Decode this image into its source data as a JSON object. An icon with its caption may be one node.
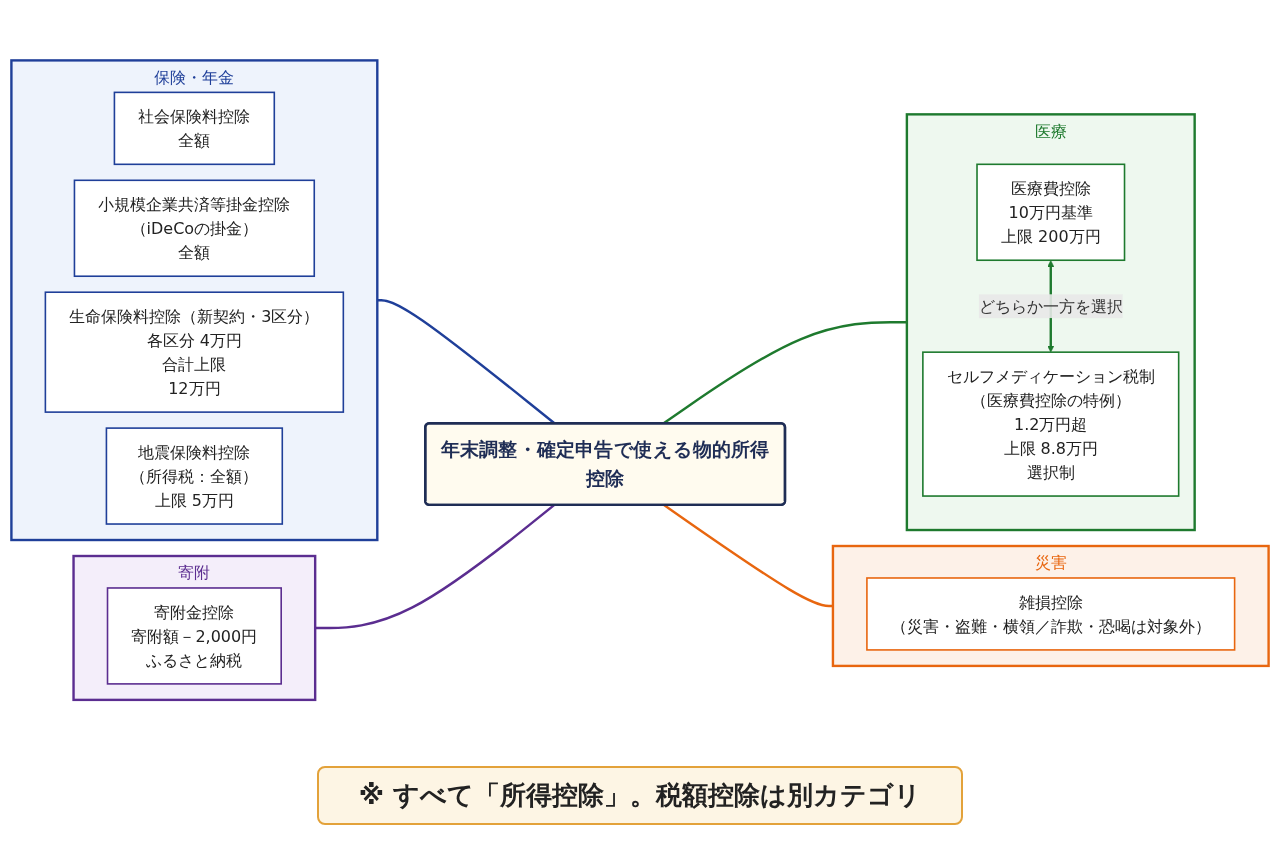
{
  "diagram": {
    "nodes": [
      {
        "text": [
          "年末調整・確定申告で使える物的所得控除"
        ]
      },
      {
        "text": [
          "保険・年金"
        ]
      },
      {
        "text": [
          "社会保険料控除",
          "全額"
        ],
        "in": 1
      },
      {
        "text": [
          "小規模企業共済等掛金控除",
          "（iDeCoの掛金）",
          "全額"
        ],
        "in": 1
      },
      {
        "text": [
          "生命保険料控除（新契約・3区分）",
          "各区分 4万円",
          "合計上限",
          "12万円"
        ],
        "in": 1
      },
      {
        "text": [
          "地震保険料控除",
          "（所得税：全額）",
          "上限 5万円"
        ],
        "in": 1
      },
      {
        "text": [
          "寄附"
        ]
      },
      {
        "text": [
          "寄附金控除",
          "寄附額－2,000円",
          "ふるさと納税"
        ],
        "in": 6
      },
      {
        "text": [
          "医療"
        ]
      },
      {
        "text": [
          "医療費控除",
          "10万円基準",
          "上限 200万円"
        ],
        "in": 8
      },
      {
        "text": [
          "セルフメディケーション税制",
          "（医療費控除の特例）",
          "1.2万円超",
          "上限 8.8万円",
          "選択制"
        ],
        "in": 8
      },
      {
        "text": [
          "災害"
        ]
      },
      {
        "text": [
          "雑損控除",
          "（災害・盗難・横領／詐欺・恐喝は対象外）"
        ],
        "in": 11
      }
    ],
    "edges": [
      {
        "from": 0,
        "to": 1,
        "arrow": "none",
        "color": "#1f3f99"
      },
      {
        "from": 0,
        "to": 6,
        "arrow": "none",
        "color": "#5b2d90"
      },
      {
        "from": 0,
        "to": 8,
        "arrow": "none",
        "color": "#1e7a2e"
      },
      {
        "from": 0,
        "to": 11,
        "arrow": "none",
        "color": "#e8660f"
      },
      {
        "from": 9,
        "to": 10,
        "arrow": "both",
        "label": "どちらか一方を選択",
        "color": "#1e7a2e"
      }
    ],
    "labels": [
      "※ すべて「所得控除」。税額控除は別カテゴリ"
    ]
  }
}
